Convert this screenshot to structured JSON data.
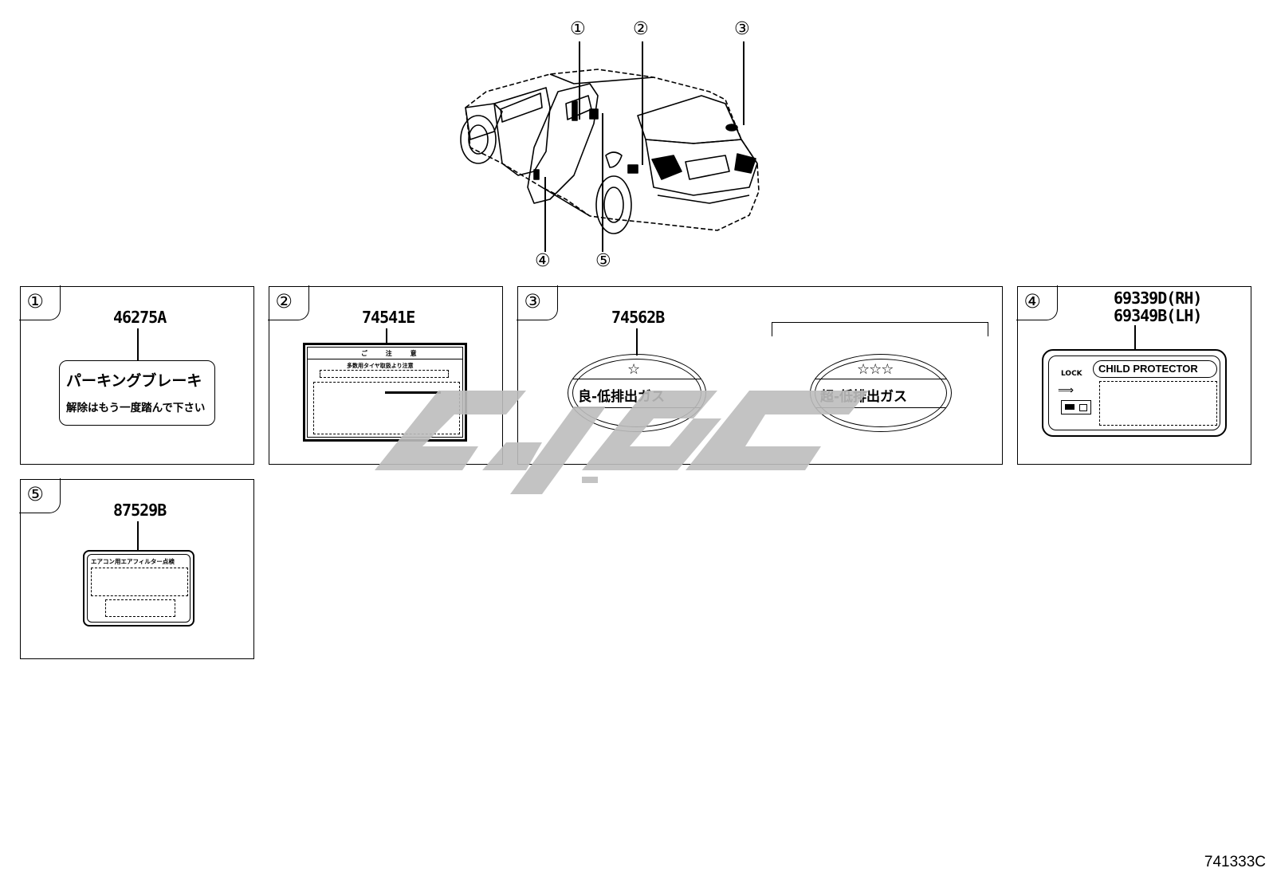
{
  "callouts": [
    "①",
    "②",
    "③",
    "④",
    "⑤"
  ],
  "panels": [
    {
      "num": "①",
      "part": "46275A",
      "lines": [
        "パーキングブレーキ",
        "解除はもう一度踏んで下さい"
      ]
    },
    {
      "num": "②",
      "part": "74541E",
      "lines": [
        "ご 注 意",
        "多数用タイヤ取扱より注意"
      ]
    },
    {
      "num": "③",
      "part": "74562B",
      "lines": [
        "良-低排出ガス",
        "超-低排出ガス"
      ]
    },
    {
      "num": "④",
      "part_rh": "69339D(RH)",
      "part_lh": "69349B(LH)",
      "lines": [
        "LOCK",
        "CHILD PROTECTOR"
      ]
    },
    {
      "num": "⑤",
      "part": "87529B",
      "lines": [
        "エアコン用エアフィルター点検"
      ]
    }
  ],
  "footer_code": "741333C",
  "colors": {
    "line": "#000000",
    "watermark": "#bdbdbd"
  }
}
